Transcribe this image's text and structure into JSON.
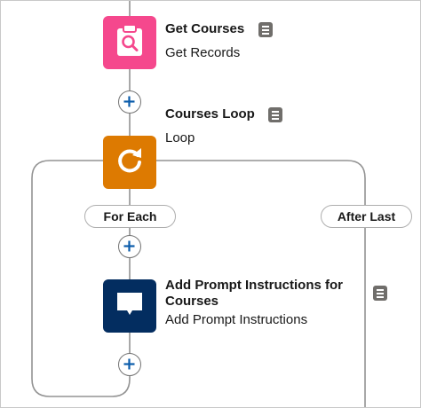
{
  "colors": {
    "get_records_tile": "#f5488d",
    "loop_tile": "#dd7a01",
    "prompt_tile": "#032d60",
    "connector_line": "#939393",
    "add_icon": "#0b5cab"
  },
  "nodes": [
    {
      "title": "Get Courses",
      "subtitle": "Get Records",
      "icon": "clipboard-search-icon"
    },
    {
      "title": "Courses Loop",
      "subtitle": "Loop",
      "icon": "loop-arrow-icon"
    },
    {
      "title": "Add Prompt Instructions for Courses",
      "subtitle": "Add Prompt Instructions",
      "icon": "chat-bubble-icon"
    }
  ],
  "branches": {
    "for_each": "For Each",
    "after_last": "After Last"
  },
  "detail_icon": "detail-list-icon",
  "add_icon": "plus-icon"
}
